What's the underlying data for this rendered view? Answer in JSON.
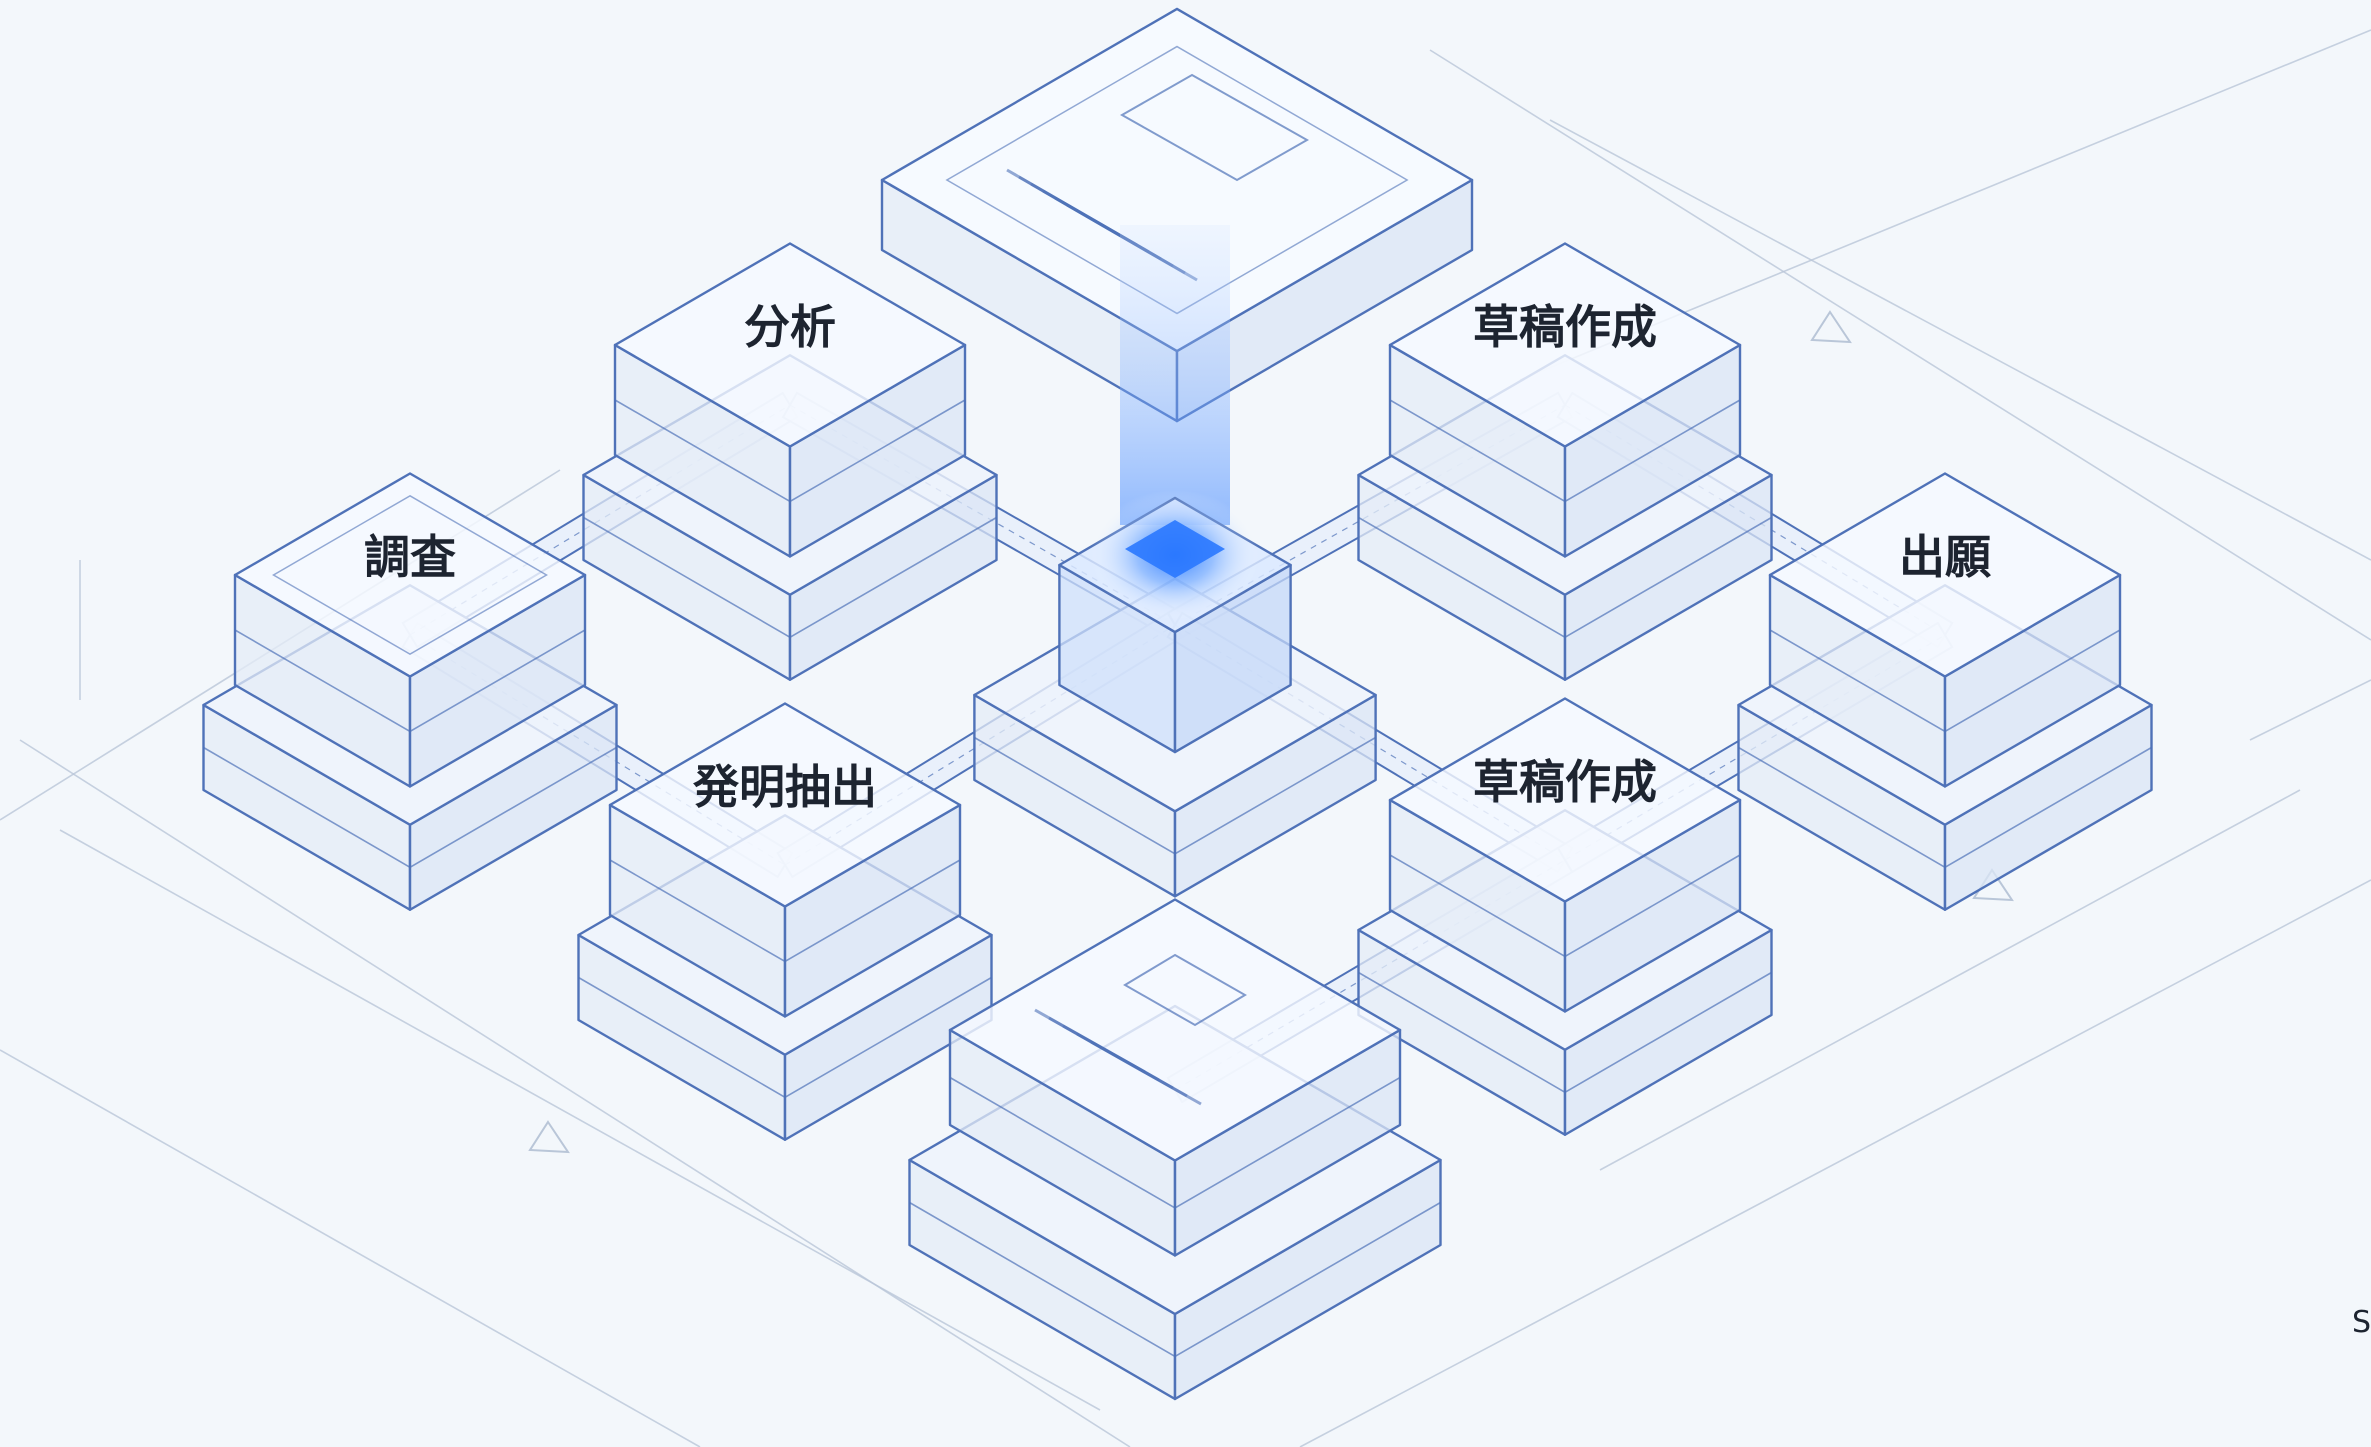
{
  "colors": {
    "background": "#f3f7fb",
    "line": "#4f72b8",
    "faint_line": "#b9c6d8",
    "glow": "#2a78ff",
    "text": "#1d2430"
  },
  "nodes": [
    {
      "key": "n-chousa",
      "label": "調査"
    },
    {
      "key": "n-bunseki",
      "label": "分析"
    },
    {
      "key": "n-hatsumei",
      "label": "発明抽出"
    },
    {
      "key": "n-soukou-1",
      "label": "草稿作成"
    },
    {
      "key": "n-soukou-2",
      "label": "草稿作成"
    },
    {
      "key": "n-shutsugan",
      "label": "出願"
    },
    {
      "key": "n-hub",
      "label": ""
    },
    {
      "key": "n-doc-top",
      "label": ""
    },
    {
      "key": "n-doc-bottom",
      "label": ""
    }
  ],
  "edges": [
    {
      "key": "e-chousa-hatsumei",
      "from": "n-chousa",
      "to": "n-hatsumei"
    },
    {
      "key": "e-chousa-bunseki",
      "from": "n-chousa",
      "to": "n-bunseki"
    },
    {
      "key": "e-bunseki-hub",
      "from": "n-bunseki",
      "to": "n-hub"
    },
    {
      "key": "e-hatsumei-hub",
      "from": "n-hatsumei",
      "to": "n-hub"
    },
    {
      "key": "e-hub-soukou1",
      "from": "n-hub",
      "to": "n-soukou-1"
    },
    {
      "key": "e-hub-soukou2",
      "from": "n-hub",
      "to": "n-soukou-2"
    },
    {
      "key": "e-soukou1-shutsugan",
      "from": "n-soukou-1",
      "to": "n-shutsugan"
    },
    {
      "key": "e-soukou2-shutsugan",
      "from": "n-soukou-2",
      "to": "n-shutsugan"
    },
    {
      "key": "e-doc-bottom-soukou2",
      "from": "n-doc-bottom",
      "to": "n-soukou-2"
    }
  ],
  "edge_label": "S"
}
